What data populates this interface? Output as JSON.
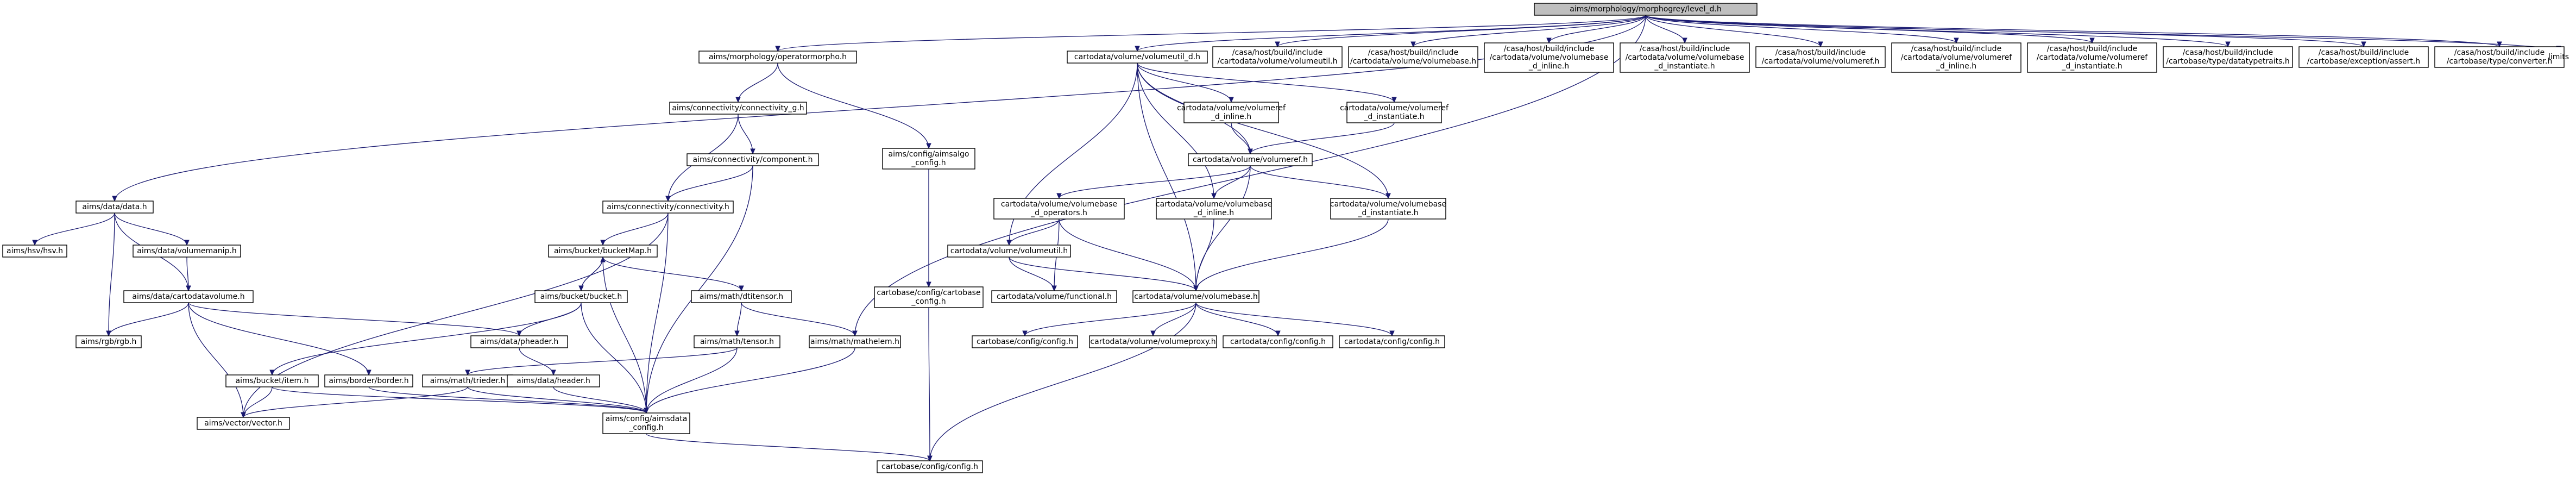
{
  "graph": {
    "root": "aims/morphology/morphogrey/level_d.h",
    "nodes": [
      {
        "id": "root",
        "lines": [
          "aims/morphology/morphogrey/level_d.h"
        ]
      },
      {
        "id": "operatormorpho",
        "lines": [
          "aims/morphology/operatormorpho.h"
        ]
      },
      {
        "id": "volumeutil_d",
        "lines": [
          "cartodata/volume/volumeutil_d.h"
        ]
      },
      {
        "id": "casa_volumeutil",
        "lines": [
          "/casa/host/build/include",
          "/cartodata/volume/volumeutil.h"
        ]
      },
      {
        "id": "casa_volumebase",
        "lines": [
          "/casa/host/build/include",
          "/cartodata/volume/volumebase.h"
        ]
      },
      {
        "id": "casa_volumebase_inline",
        "lines": [
          "/casa/host/build/include",
          "/cartodata/volume/volumebase",
          "_d_inline.h"
        ]
      },
      {
        "id": "casa_volumebase_inst",
        "lines": [
          "/casa/host/build/include",
          "/cartodata/volume/volumebase",
          "_d_instantiate.h"
        ]
      },
      {
        "id": "casa_volumeref",
        "lines": [
          "/casa/host/build/include",
          "/cartodata/volume/volumeref.h"
        ]
      },
      {
        "id": "casa_volumeref_inline",
        "lines": [
          "/casa/host/build/include",
          "/cartodata/volume/volumeref",
          "_d_inline.h"
        ]
      },
      {
        "id": "casa_volumeref_inst",
        "lines": [
          "/casa/host/build/include",
          "/cartodata/volume/volumeref",
          "_d_instantiate.h"
        ]
      },
      {
        "id": "casa_datatypetraits",
        "lines": [
          "/casa/host/build/include",
          "/cartobase/type/datatypetraits.h"
        ]
      },
      {
        "id": "casa_assert",
        "lines": [
          "/casa/host/build/include",
          "/cartobase/exception/assert.h"
        ]
      },
      {
        "id": "casa_converter",
        "lines": [
          "/casa/host/build/include",
          "/cartobase/type/converter.h"
        ]
      },
      {
        "id": "limits",
        "lines": [
          "limits"
        ]
      },
      {
        "id": "connectivity_g",
        "lines": [
          "aims/connectivity/connectivity_g.h"
        ]
      },
      {
        "id": "aimsalgo_config",
        "lines": [
          "aims/config/aimsalgo",
          "_config.h"
        ]
      },
      {
        "id": "component",
        "lines": [
          "aims/connectivity/component.h"
        ]
      },
      {
        "id": "connectivity",
        "lines": [
          "aims/connectivity/connectivity.h"
        ]
      },
      {
        "id": "data",
        "lines": [
          "aims/data/data.h"
        ]
      },
      {
        "id": "hsv",
        "lines": [
          "aims/hsv/hsv.h"
        ]
      },
      {
        "id": "volumemanip",
        "lines": [
          "aims/data/volumemanip.h"
        ]
      },
      {
        "id": "cartodatavolume",
        "lines": [
          "aims/data/cartodatavolume.h"
        ]
      },
      {
        "id": "rgb",
        "lines": [
          "aims/rgb/rgb.h"
        ]
      },
      {
        "id": "bucketmap",
        "lines": [
          "aims/bucket/bucketMap.h"
        ]
      },
      {
        "id": "bucket",
        "lines": [
          "aims/bucket/bucket.h"
        ]
      },
      {
        "id": "dtitensor",
        "lines": [
          "aims/math/dtitensor.h"
        ]
      },
      {
        "id": "tensor",
        "lines": [
          "aims/math/tensor.h"
        ]
      },
      {
        "id": "mathelem",
        "lines": [
          "aims/math/mathelem.h"
        ]
      },
      {
        "id": "pheader",
        "lines": [
          "aims/data/pheader.h"
        ]
      },
      {
        "id": "item",
        "lines": [
          "aims/bucket/item.h"
        ]
      },
      {
        "id": "border",
        "lines": [
          "aims/border/border.h"
        ]
      },
      {
        "id": "trieder",
        "lines": [
          "aims/math/trieder.h"
        ]
      },
      {
        "id": "header",
        "lines": [
          "aims/data/header.h"
        ]
      },
      {
        "id": "vector",
        "lines": [
          "aims/vector/vector.h"
        ]
      },
      {
        "id": "aimsdata_config",
        "lines": [
          "aims/config/aimsdata",
          "_config.h"
        ]
      },
      {
        "id": "cartobase_config",
        "lines": [
          "cartobase/config/config.h"
        ]
      },
      {
        "id": "cartobase_cartobase_config",
        "lines": [
          "cartobase/config/cartobase",
          "_config.h"
        ]
      },
      {
        "id": "volumeref_inline",
        "lines": [
          "cartodata/volume/volumeref",
          "_d_inline.h"
        ]
      },
      {
        "id": "volumeref_inst",
        "lines": [
          "cartodata/volume/volumeref",
          "_d_instantiate.h"
        ]
      },
      {
        "id": "volumeref",
        "lines": [
          "cartodata/volume/volumeref.h"
        ]
      },
      {
        "id": "volumebase_operators",
        "lines": [
          "cartodata/volume/volumebase",
          "_d_operators.h"
        ]
      },
      {
        "id": "volumebase_inline",
        "lines": [
          "cartodata/volume/volumebase",
          "_d_inline.h"
        ]
      },
      {
        "id": "volumebase_inst",
        "lines": [
          "cartodata/volume/volumebase",
          "_d_instantiate.h"
        ]
      },
      {
        "id": "volumeutil",
        "lines": [
          "cartodata/volume/volumeutil.h"
        ]
      },
      {
        "id": "functional",
        "lines": [
          "cartodata/volume/functional.h"
        ]
      },
      {
        "id": "volumebase",
        "lines": [
          "cartodata/volume/volumebase.h"
        ]
      },
      {
        "id": "cartobase_config2",
        "lines": [
          "cartobase/config/config.h"
        ]
      },
      {
        "id": "volumeproxy",
        "lines": [
          "cartodata/volume/volumeproxy.h"
        ]
      },
      {
        "id": "cartodata_config",
        "lines": [
          "cartodata/config/config.h"
        ]
      },
      {
        "id": "cartodata_config2",
        "lines": [
          "cartodata/config/config.h"
        ]
      }
    ],
    "edges": [
      [
        "root",
        "operatormorpho"
      ],
      [
        "root",
        "volumeutil_d"
      ],
      [
        "root",
        "casa_volumeutil"
      ],
      [
        "root",
        "casa_volumebase"
      ],
      [
        "root",
        "casa_volumebase_inline"
      ],
      [
        "root",
        "casa_volumebase_inst"
      ],
      [
        "root",
        "casa_volumeref"
      ],
      [
        "root",
        "casa_volumeref_inline"
      ],
      [
        "root",
        "casa_volumeref_inst"
      ],
      [
        "root",
        "casa_datatypetraits"
      ],
      [
        "root",
        "casa_assert"
      ],
      [
        "root",
        "casa_converter"
      ],
      [
        "root",
        "limits"
      ],
      [
        "root",
        "data"
      ],
      [
        "root",
        "mathelem"
      ],
      [
        "operatormorpho",
        "connectivity_g"
      ],
      [
        "operatormorpho",
        "aimsalgo_config"
      ],
      [
        "connectivity_g",
        "component"
      ],
      [
        "connectivity_g",
        "connectivity"
      ],
      [
        "component",
        "connectivity"
      ],
      [
        "component",
        "aimsdata_config"
      ],
      [
        "aimsalgo_config",
        "cartobase_cartobase_config"
      ],
      [
        "cartobase_cartobase_config",
        "cartobase_config"
      ],
      [
        "connectivity",
        "bucketmap"
      ],
      [
        "connectivity",
        "vector"
      ],
      [
        "connectivity",
        "aimsdata_config"
      ],
      [
        "data",
        "hsv"
      ],
      [
        "data",
        "volumemanip"
      ],
      [
        "data",
        "cartodatavolume"
      ],
      [
        "data",
        "rgb"
      ],
      [
        "volumemanip",
        "cartodatavolume"
      ],
      [
        "cartodatavolume",
        "rgb"
      ],
      [
        "cartodatavolume",
        "pheader"
      ],
      [
        "cartodatavolume",
        "border"
      ],
      [
        "cartodatavolume",
        "vector"
      ],
      [
        "bucketmap",
        "bucket"
      ],
      [
        "bucketmap",
        "dtitensor"
      ],
      [
        "bucketmap",
        "aimsdata_config"
      ],
      [
        "bucket",
        "bucketmap"
      ],
      [
        "bucket",
        "pheader"
      ],
      [
        "bucket",
        "item"
      ],
      [
        "bucket",
        "aimsdata_config"
      ],
      [
        "dtitensor",
        "tensor"
      ],
      [
        "dtitensor",
        "mathelem"
      ],
      [
        "tensor",
        "trieder"
      ],
      [
        "tensor",
        "aimsdata_config"
      ],
      [
        "mathelem",
        "aimsdata_config"
      ],
      [
        "pheader",
        "header"
      ],
      [
        "header",
        "aimsdata_config"
      ],
      [
        "item",
        "vector"
      ],
      [
        "item",
        "aimsdata_config"
      ],
      [
        "border",
        "aimsdata_config"
      ],
      [
        "trieder",
        "vector"
      ],
      [
        "trieder",
        "aimsdata_config"
      ],
      [
        "aimsdata_config",
        "cartobase_config"
      ],
      [
        "volumeutil_d",
        "volumeref_inline"
      ],
      [
        "volumeutil_d",
        "volumeref_inst"
      ],
      [
        "volumeutil_d",
        "volumeref"
      ],
      [
        "volumeutil_d",
        "volumebase_inline"
      ],
      [
        "volumeutil_d",
        "volumebase_inst"
      ],
      [
        "volumeutil_d",
        "volumeutil"
      ],
      [
        "volumeutil_d",
        "volumebase"
      ],
      [
        "volumeref_inline",
        "volumeref"
      ],
      [
        "volumeref_inst",
        "volumeref"
      ],
      [
        "volumeref",
        "volumebase_operators"
      ],
      [
        "volumeref",
        "volumebase_inline"
      ],
      [
        "volumeref",
        "volumebase_inst"
      ],
      [
        "volumeref",
        "volumebase"
      ],
      [
        "volumebase_operators",
        "volumeutil"
      ],
      [
        "volumebase_operators",
        "functional"
      ],
      [
        "volumebase_operators",
        "volumebase"
      ],
      [
        "volumebase_inline",
        "volumebase"
      ],
      [
        "volumebase_inst",
        "volumebase"
      ],
      [
        "volumeutil",
        "functional"
      ],
      [
        "volumeutil",
        "volumebase"
      ],
      [
        "volumebase",
        "cartobase_config2"
      ],
      [
        "volumebase",
        "volumeproxy"
      ],
      [
        "volumebase",
        "cartodata_config"
      ],
      [
        "volumebase",
        "cartodata_config2"
      ],
      [
        "volumebase",
        "cartobase_config"
      ]
    ]
  }
}
